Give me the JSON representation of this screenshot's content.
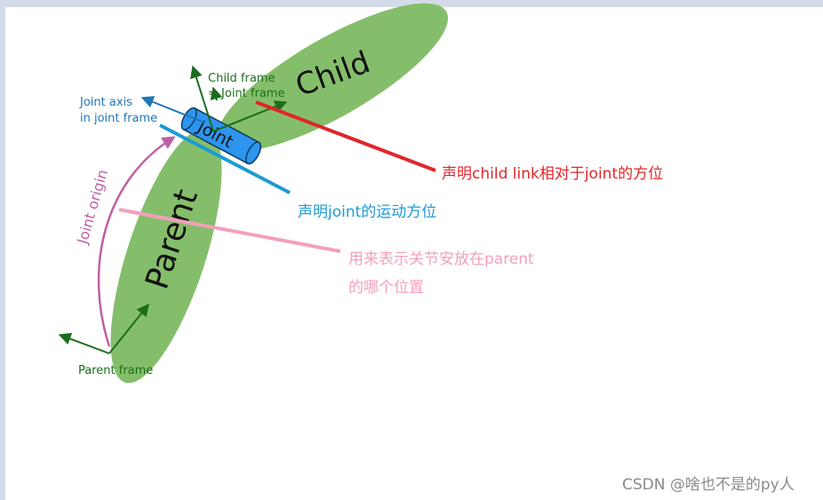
{
  "diagram": {
    "links": {
      "child": "Child",
      "parent": "Parent",
      "joint": "Joint"
    },
    "frames": {
      "child_frame_line1": "Child frame",
      "child_frame_line2": "= Joint frame",
      "joint_axis_line1": "Joint axis",
      "joint_axis_line2": "in joint frame",
      "joint_origin": "Joint origin",
      "parent_frame": "Parent frame"
    },
    "colors": {
      "link_fill": "#85be6a",
      "joint_fill": "#2d95ee",
      "frame_arrow": "#1b6d1b",
      "axis_arrow": "#1f78b8",
      "origin_arrow": "#c060a4",
      "red_note": "#e0262b",
      "blue_note": "#1c9bd4",
      "pink_note": "#f2a0bd"
    }
  },
  "annotations": {
    "red": "声明child link相对于joint的方位",
    "blue": "声明joint的运动方位",
    "pink_line1": "用来表示关节安放在parent",
    "pink_line2": "的哪个位置"
  },
  "watermark": "CSDN @啥也不是的py人"
}
